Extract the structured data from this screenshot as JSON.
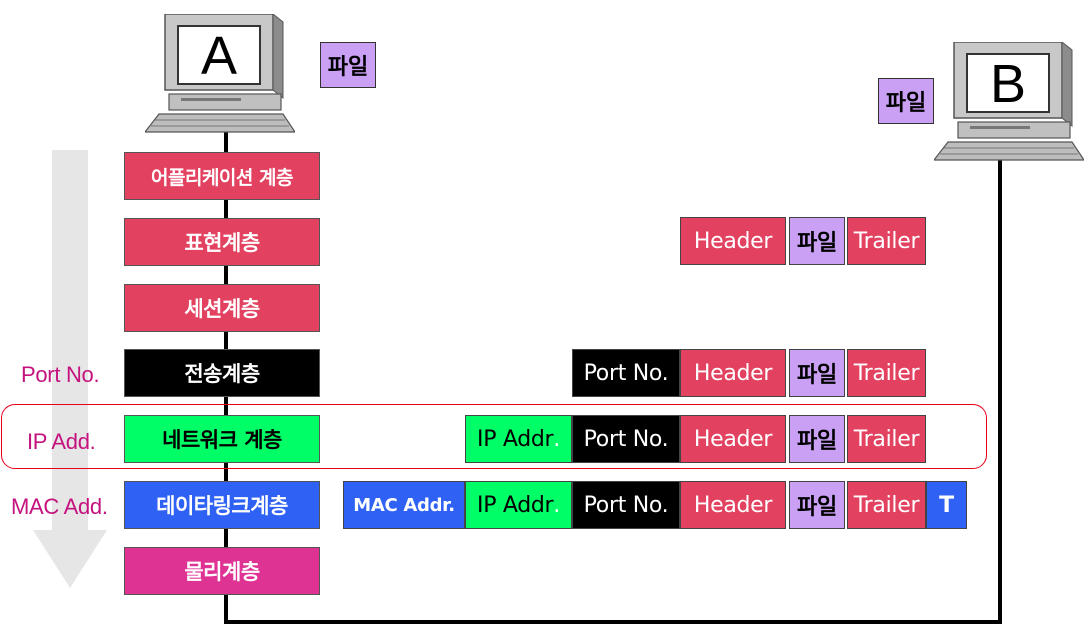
{
  "hosts": {
    "a": {
      "label": "A",
      "file": "파일"
    },
    "b": {
      "label": "B",
      "file": "파일"
    }
  },
  "layers": [
    "어플리케이션 계층",
    "표현계층",
    "세션계층",
    "전송계층",
    "네트워크 계층",
    "데이타링크계층",
    "물리계층"
  ],
  "side_labels": {
    "transport": "Port No.",
    "network": "IP Add.",
    "datalink": "MAC Add."
  },
  "segments": {
    "header": "Header",
    "file": "파일",
    "trailer": "Trailer",
    "port": "Port No.",
    "ip": "IP Addr",
    "ip_dot": ".",
    "mac": "MAC Addr.",
    "t": "T"
  },
  "colors": {
    "layer_red": "#e24160",
    "transport_black": "#000000",
    "network_green": "#00fe66",
    "datalink_blue": "#2f62f4",
    "physical_magenta": "#df3394",
    "file_purple": "#c9a0f4",
    "side_label": "#c4127e",
    "highlight": "#e8001c"
  }
}
